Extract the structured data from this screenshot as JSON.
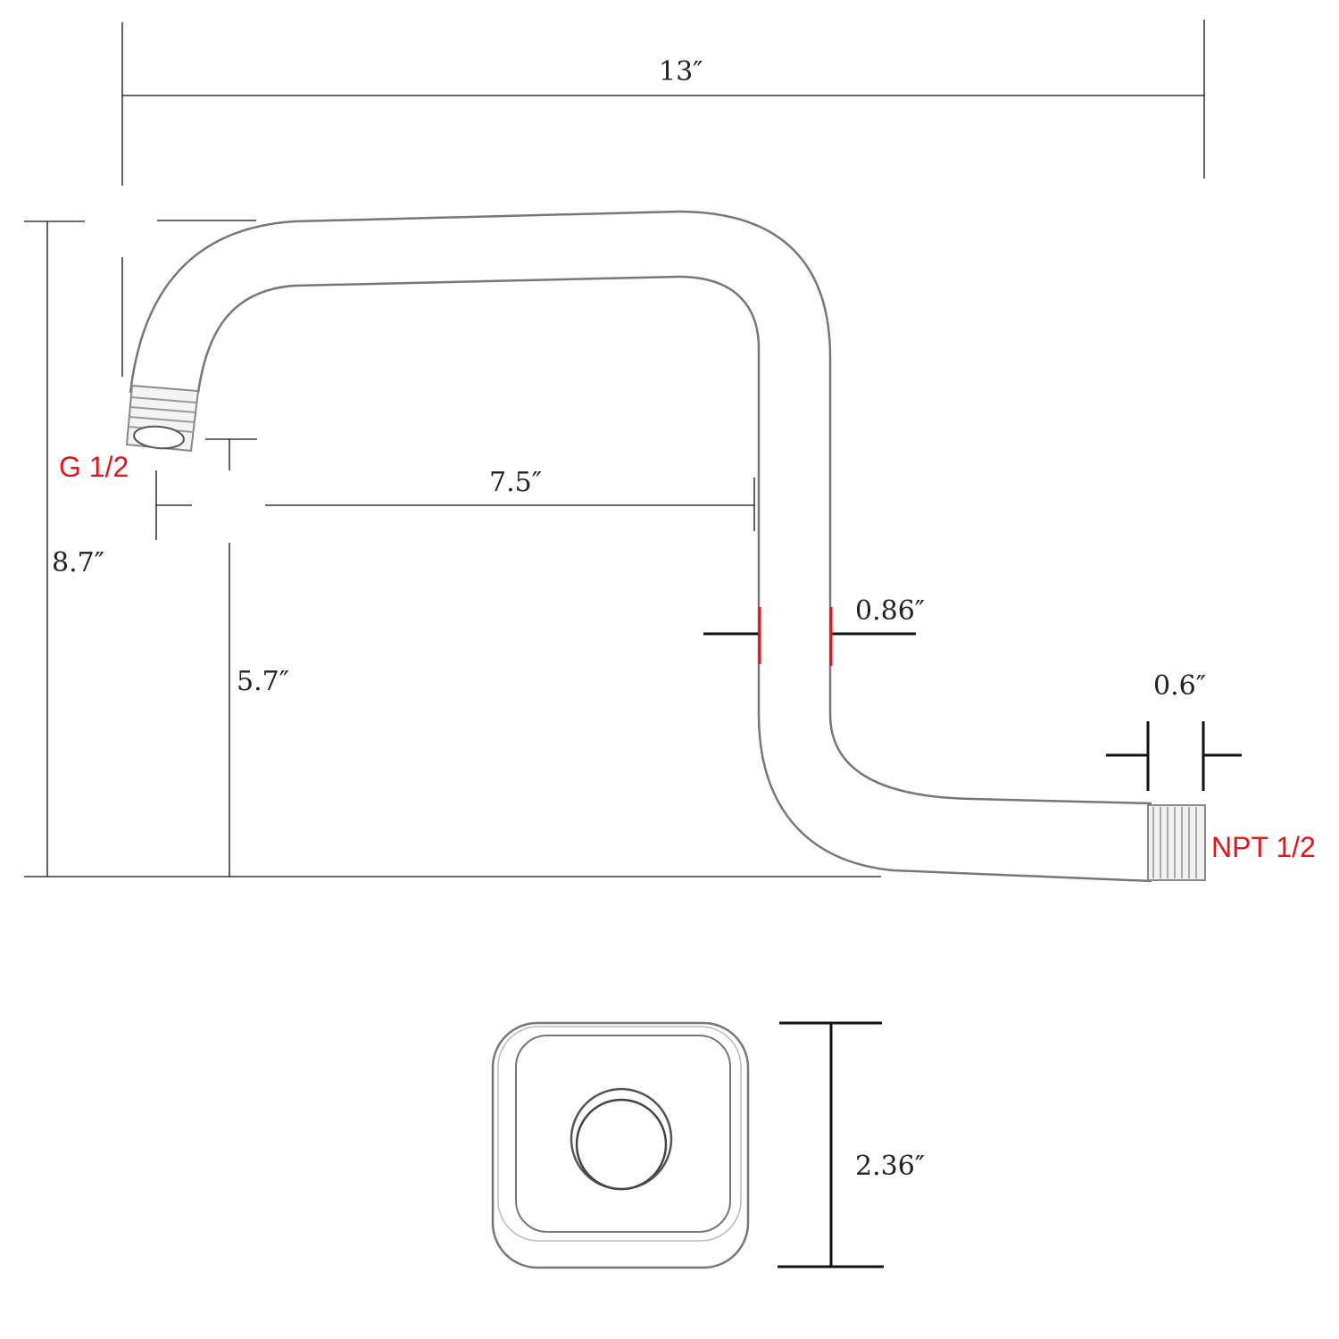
{
  "title": "Shower arm dimension diagram",
  "dimensions": {
    "overall_length": "13″",
    "overall_height": "8.7″",
    "offset_length": "7.5″",
    "lower_height": "5.7″",
    "pipe_diameter": "0.86″",
    "thread_length": "0.6″",
    "flange_size": "2.36″"
  },
  "threads": {
    "inlet": "G 1/2",
    "outlet": "NPT 1/2"
  },
  "colors": {
    "accent": "#e8141a",
    "line": "#111111"
  }
}
